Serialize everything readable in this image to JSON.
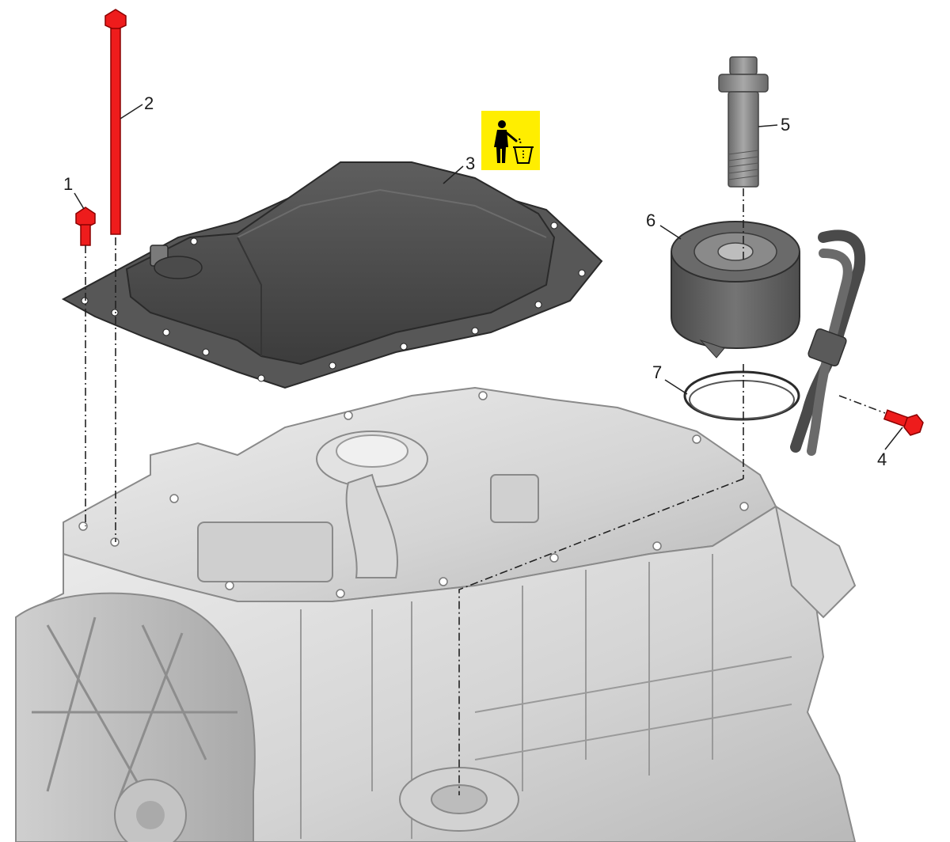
{
  "diagram": {
    "callouts": [
      {
        "id": "1",
        "label": "1"
      },
      {
        "id": "2",
        "label": "2"
      },
      {
        "id": "3",
        "label": "3"
      },
      {
        "id": "4",
        "label": "4"
      },
      {
        "id": "5",
        "label": "5"
      },
      {
        "id": "6",
        "label": "6"
      },
      {
        "id": "7",
        "label": "7"
      }
    ],
    "disposal_symbol": {
      "icon": "discard-person-bin-icon",
      "background": "#ffee00"
    },
    "colors": {
      "fastener": "#ee1c1c",
      "oil_pan": "#4a4a4a",
      "oil_cooler": "#5a5a5a",
      "engine_block": "#d7d7d7",
      "leader_line": "#222222"
    }
  }
}
